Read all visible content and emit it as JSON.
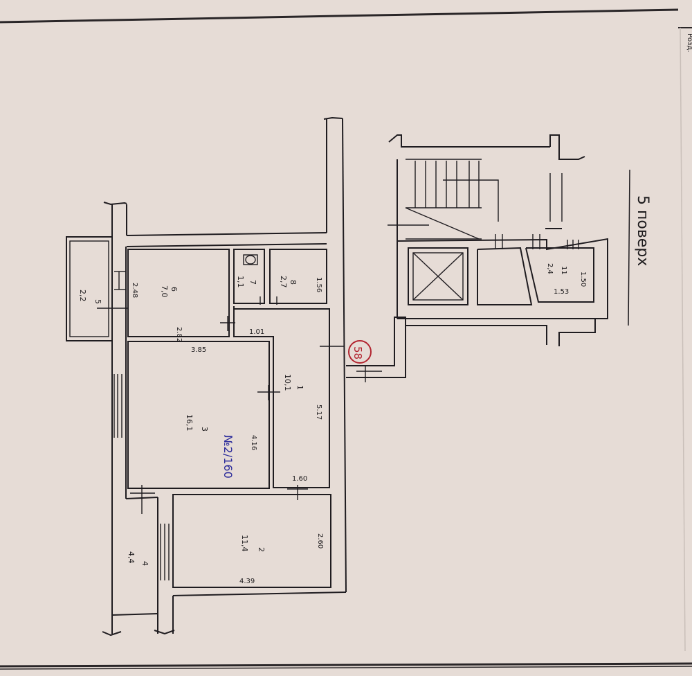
{
  "floor_label": "5 поверх",
  "apartment_number": "58",
  "apartment_mark": "№2/160",
  "edge_label": "Розд.",
  "rooms": [
    {
      "id": "room1",
      "number": "1",
      "area": "10,1",
      "length": "5.17"
    },
    {
      "id": "room2",
      "number": "2",
      "area": "11,4",
      "length": "4.39",
      "width": "2.60"
    },
    {
      "id": "room3",
      "number": "3",
      "area": "16,1",
      "length": "4.16",
      "width": "3.85"
    },
    {
      "id": "room4",
      "number": "4",
      "area": "4,4"
    },
    {
      "id": "room5",
      "number": "5",
      "area": "2,2"
    },
    {
      "id": "room6",
      "number": "6",
      "area": "7,0",
      "length": "2.48",
      "width": "2.82"
    },
    {
      "id": "room7",
      "number": "7",
      "area": "1,1"
    },
    {
      "id": "room8",
      "number": "8",
      "area": "2,7",
      "width": "1.56"
    },
    {
      "id": "room11",
      "number": "11",
      "area": "2,4",
      "length": "1.50",
      "width": "1.53"
    }
  ],
  "other_dimensions": [
    "1.01",
    "1.60"
  ],
  "colors": {
    "paper": "#e6dcd6",
    "ink": "#1f1c20",
    "blue_ink": "#2a2a9a",
    "red_ink": "#b22530"
  }
}
